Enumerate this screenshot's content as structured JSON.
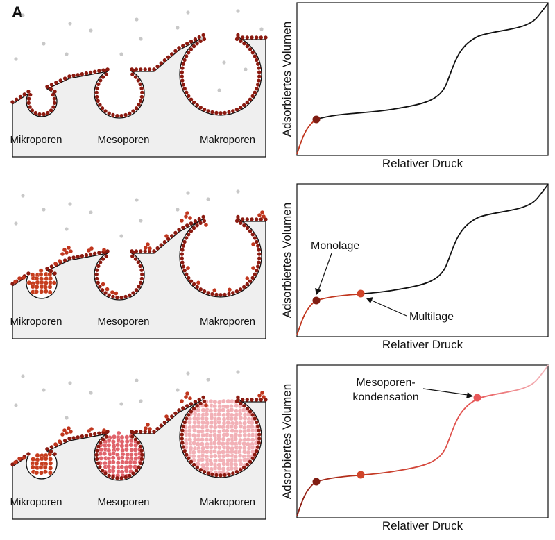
{
  "panel_letter": "A",
  "pore_labels": [
    "Mikroporen",
    "Mesoporen",
    "Makroporen"
  ],
  "xlabel": "Relativer Druck",
  "ylabel": "Adsorbiertes Volumen",
  "annotations": {
    "monolage": "Monolage",
    "multilage": "Multilage",
    "meso_line1": "Mesoporen-",
    "meso_line2": "kondensation"
  },
  "colors": {
    "substrate": "#efefef",
    "gas": "#c8c8c8",
    "monolayer": "#8b1a10",
    "multilayer": "#c0361e",
    "condensed_micro": "#c63d1e",
    "condensed_meso": "#e0626a",
    "condensed_macro": "#f2b0b6",
    "curve": "#111111"
  }
}
